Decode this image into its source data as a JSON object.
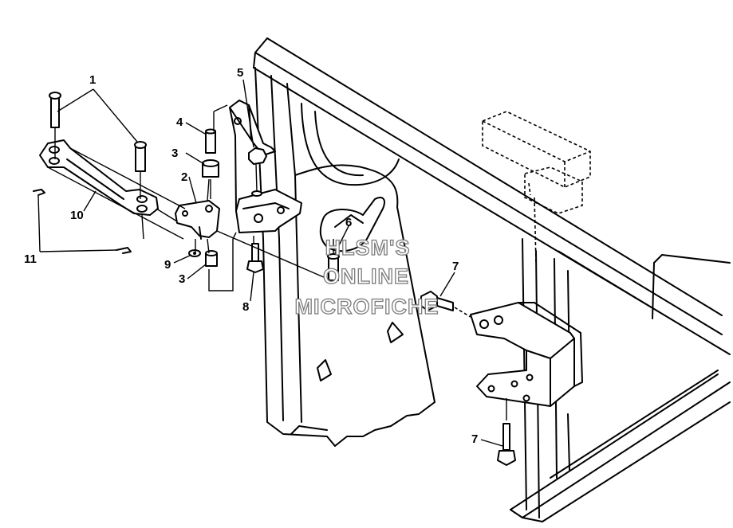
{
  "callouts": [
    {
      "id": "c1",
      "text": "1"
    },
    {
      "id": "c2",
      "text": "2"
    },
    {
      "id": "c3a",
      "text": "3"
    },
    {
      "id": "c3b",
      "text": "3"
    },
    {
      "id": "c4",
      "text": "4"
    },
    {
      "id": "c5",
      "text": "5"
    },
    {
      "id": "c6",
      "text": "6"
    },
    {
      "id": "c7a",
      "text": "7"
    },
    {
      "id": "c7b",
      "text": "7"
    },
    {
      "id": "c8",
      "text": "8"
    },
    {
      "id": "c9",
      "text": "9"
    },
    {
      "id": "c10",
      "text": "10"
    },
    {
      "id": "c11",
      "text": "11"
    }
  ],
  "watermark": {
    "line1": "HLSM'S",
    "line2": "ONLINE",
    "line3": "MICROFICHE"
  }
}
